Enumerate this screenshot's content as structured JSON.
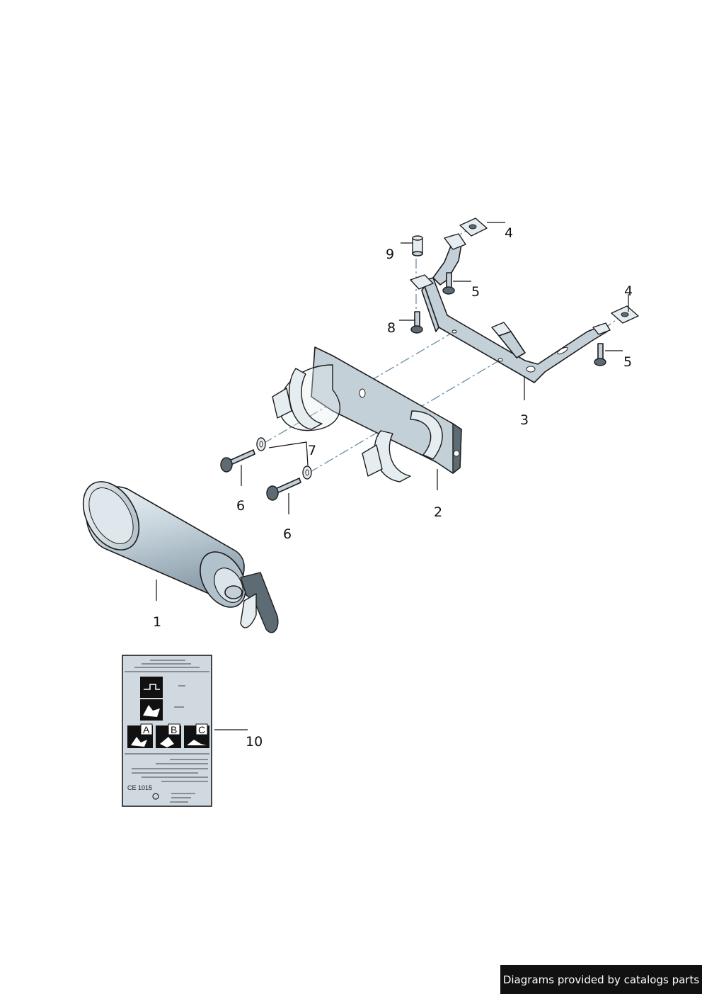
{
  "callouts": {
    "c1": "1",
    "c2": "2",
    "c3": "3",
    "c4a": "4",
    "c4b": "4",
    "c5a": "5",
    "c5b": "5",
    "c6a": "6",
    "c6b": "6",
    "c7": "7",
    "c8": "8",
    "c9": "9",
    "c10": "10"
  },
  "label_card": {
    "class_a": "A",
    "class_b": "B",
    "class_c": "C",
    "cert": "CE 1015"
  },
  "footer": {
    "text": "Diagrams provided by catalogs parts"
  },
  "colors": {
    "metal": "#c3d0d8",
    "metal_dark": "#5d6b74",
    "extinguisher": "#cdd9e1",
    "label_bg": "#cfd9df",
    "footer_bg": "#111111"
  }
}
